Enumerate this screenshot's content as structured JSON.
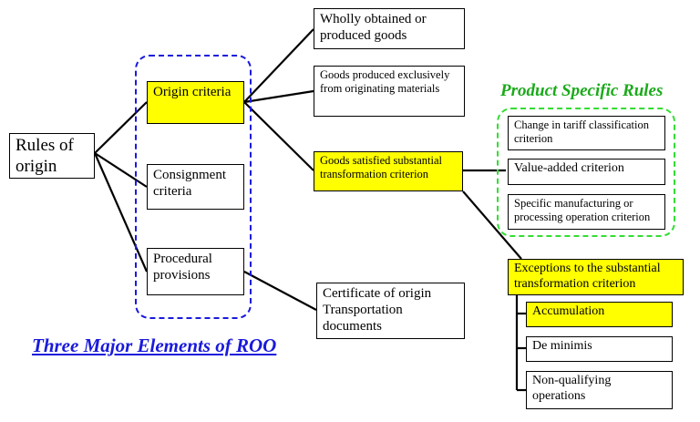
{
  "nodes": {
    "root": "Rules of origin",
    "origin": "Origin criteria",
    "consignment": "Consignment criteria",
    "procedural": "Procedural provisions",
    "wholly": "Wholly obtained or produced goods",
    "exclusive": "Goods produced exclusively from originating materials",
    "substantial": "Goods satisfied substantial transformation criterion",
    "certificate": "Certificate of origin Transportation documents",
    "tariff": "Change in tariff classification criterion",
    "value_added": "Value-added criterion",
    "specific": "Specific manufacturing or processing operation criterion",
    "exceptions": "Exceptions to the substantial transformation criterion",
    "accumulation": "Accumulation",
    "de_minimis": "De minimis",
    "nonqualifying": "Non-qualifying operations"
  },
  "labels": {
    "product_specific": "Product Specific Rules",
    "three_major": "Three Major Elements of ROO"
  },
  "colors": {
    "highlight": "#ffff00",
    "group_blue": "#1a1adc",
    "group_green": "#33dd33",
    "title_green": "#1aaa1a",
    "title_blue": "#1a1adc"
  }
}
